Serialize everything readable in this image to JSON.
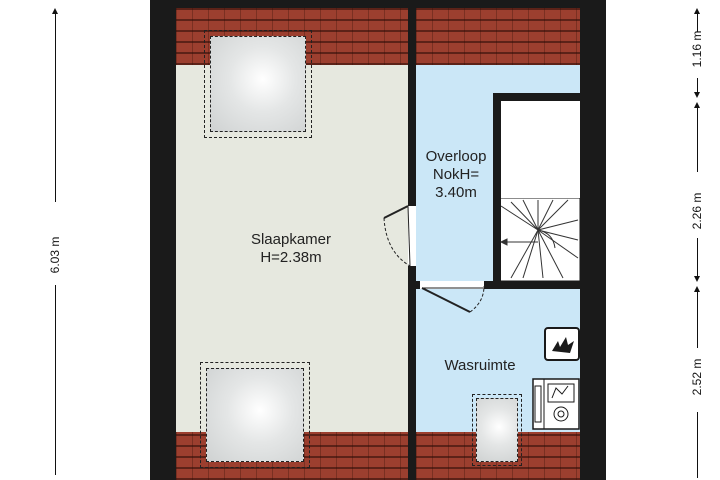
{
  "rooms": {
    "slaapkamer": {
      "name": "Slaapkamer",
      "height": "H=2.38m"
    },
    "overloop": {
      "name": "Overloop",
      "height_label": "NokH=",
      "height_value": "3.40m"
    },
    "wasruimte": {
      "name": "Wasruimte"
    }
  },
  "dimensions": {
    "total": "6.03 m",
    "top": "1.16 m",
    "middle": "2.26 m",
    "bottom": "2.52 m"
  },
  "colors": {
    "wall": "#1a1a1a",
    "roof_tiles": "#9c3f2f",
    "bedroom_floor": "#e6e8df",
    "landing_floor": "#cbe7f7"
  },
  "icons": [
    "boiler-icon",
    "washing-machine-icon",
    "staircase-icon",
    "door-swing-icon",
    "skylight-icon"
  ]
}
